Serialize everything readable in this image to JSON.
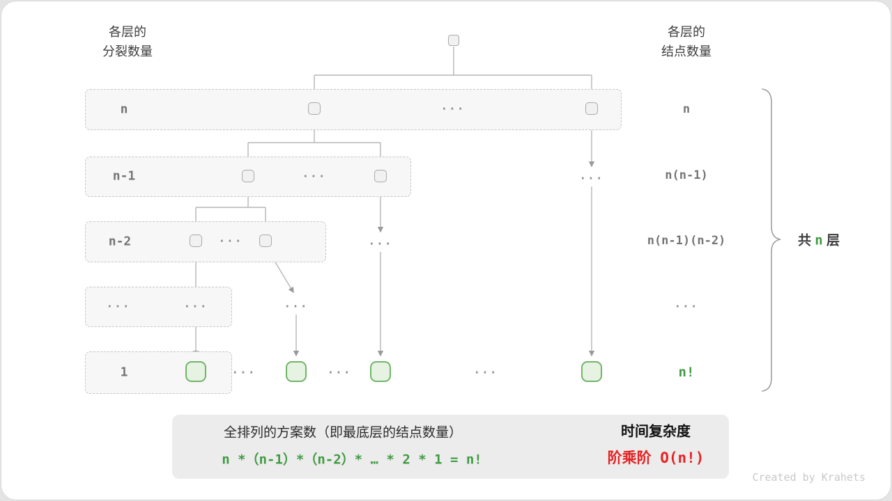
{
  "headers": {
    "left": {
      "line1": "各层的",
      "line2": "分裂数量"
    },
    "right": {
      "line1": "各层的",
      "line2": "结点数量"
    }
  },
  "rows": [
    {
      "split": "n",
      "count": "n"
    },
    {
      "split": "n-1",
      "count": "n(n-1)"
    },
    {
      "split": "n-2",
      "count": "n(n-1)(n-2)"
    },
    {
      "split": "...",
      "count": "..."
    },
    {
      "split": "1",
      "count": "n!"
    }
  ],
  "ellipsis": "...",
  "brace": {
    "prefix": "共",
    "highlight": "n",
    "suffix": "层"
  },
  "summary": {
    "left_title": "全排列的方案数（即最底层的结点数量）",
    "left_formula": "n *（n-1）*（n-2）* … * 2 * 1 = n!",
    "right_title": "时间复杂度",
    "right_value": "阶乘阶 O(n!)"
  },
  "credit": "Created by Krahets",
  "colors": {
    "accent_green": "#3f9a42",
    "accent_red": "#e62222",
    "node_green_border": "#72b469",
    "node_green_fill": "#e6f3e3",
    "text_gray": "#757575",
    "line_gray": "#b5b5b5"
  }
}
